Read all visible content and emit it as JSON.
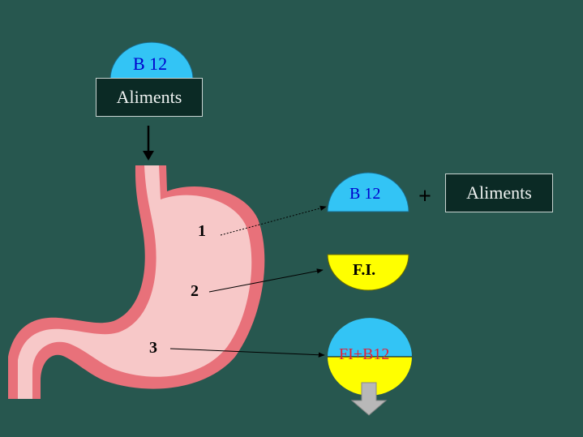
{
  "top": {
    "b12": "B 12",
    "food": "Aliments"
  },
  "right": {
    "b12": "B 12",
    "plus": "+",
    "food": "Aliments",
    "fi": "F.I.",
    "complex": "FI+B12"
  },
  "steps": [
    "1",
    "2",
    "3"
  ],
  "colors": {
    "background": "#27574f",
    "b12": "#33c4f5",
    "fi": "#ffff00",
    "complex_text": "#e0203a",
    "stomach_inner": "#f7c8c8",
    "stomach_wall": "#e8717a",
    "box_fill": "#0b2a25"
  }
}
